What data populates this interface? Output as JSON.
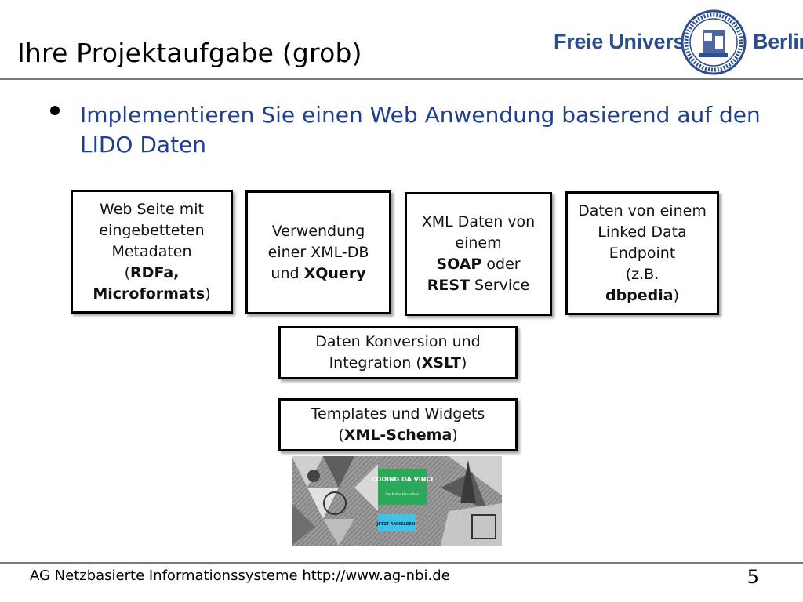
{
  "slide": {
    "title": "Ihre Projektaufgabe (grob)",
    "bullet": "Implementieren Sie einen Web Anwendung basierend auf den LIDO Daten",
    "page_number": "5"
  },
  "logo": {
    "left_text": "Freie Universität",
    "right_text": "Berlin",
    "seal_text": "VERITAS · IUSTITIA · LIBERTAS · FREIE UNIVERSITÄT BERLIN",
    "accent": "#2d4e8e"
  },
  "boxes": {
    "web_page": {
      "line1": "Web Seite mit eingebetteten Metadaten",
      "open": "(",
      "bold": "RDFa, Microformats",
      "close": ")"
    },
    "xmldb": {
      "line1": "Verwendung einer XML-DB und",
      "bold": "XQuery"
    },
    "soap": {
      "line1": "XML Daten von einem",
      "bold1": "SOAP",
      "mid": "oder",
      "bold2": "REST",
      "tail": "Service"
    },
    "linked": {
      "line1": "Daten von einem Linked Data Endpoint",
      "open": "(z.B.",
      "bold": "dbpedia",
      "close": ")"
    },
    "conversion": {
      "line1": "Daten Konversion und Integration (",
      "bold": "XSLT",
      "close": ")"
    },
    "templates": {
      "line1": "Templates und Widgets (",
      "bold": "XML-Schema",
      "close": ")"
    }
  },
  "poster": {
    "logo_text": "CODING DA VINCI",
    "sub_text": "Der Kultur-Hackathon",
    "button_text": "JETZT ANMELDEN!"
  },
  "footer": {
    "text": "AG Netzbasierte Informationssysteme http://www.ag-nbi.de"
  }
}
